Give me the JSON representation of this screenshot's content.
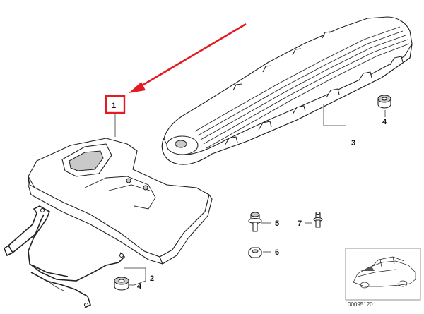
{
  "diagram": {
    "callouts": {
      "part_1": "1",
      "part_2": "2",
      "part_3": "3",
      "part_4_upper": "4",
      "part_4_lower": "4",
      "part_5": "5",
      "part_6": "6",
      "part_7": "7"
    },
    "reference_number": "00095120",
    "highlight_color": "#e31b23",
    "arrow_color": "#e31b23"
  }
}
